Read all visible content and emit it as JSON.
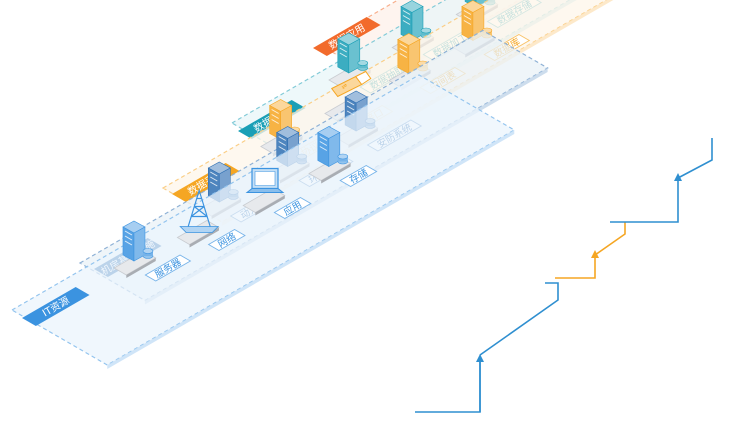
{
  "colors": {
    "app": "#f26b2c",
    "mgmt": "#1a9fb6",
    "collect": "#f5a623",
    "facility": "#2f6fb3",
    "it": "#3b93e0",
    "conn_orange": "#f5a623",
    "conn_blue": "#2f8fd0"
  },
  "layers": [
    {
      "key": "app",
      "title": "数据应用",
      "items": [
        {
          "label": "数据可视化",
          "icon": "laptop-icon"
        },
        {
          "label": "统一告警",
          "icon": "alarm-bell-icon"
        }
      ]
    },
    {
      "key": "mgmt",
      "title": "数据管理",
      "items": [
        {
          "label": "数据抽取",
          "icon": "server-icon"
        },
        {
          "label": "数据加工",
          "icon": "server-icon"
        },
        {
          "label": "数据存储",
          "icon": "server-icon"
        },
        {
          "label": "数据展现",
          "icon": "server-icon"
        }
      ]
    },
    {
      "key": "collect",
      "title": "数据采集",
      "items": [
        {
          "label": "协议",
          "icon": "server-icon"
        },
        {
          "label": "接口",
          "icon": "usb-icon"
        },
        {
          "label": "中间表",
          "icon": "server-icon"
        },
        {
          "label": "数据库",
          "icon": "server-icon"
        }
      ]
    },
    {
      "key": "facility",
      "title": "机房基础设施",
      "items": [
        {
          "label": "动力系统",
          "icon": "server-icon"
        },
        {
          "label": "环境系统",
          "icon": "server-icon"
        },
        {
          "label": "安防系统",
          "icon": "server-icon"
        }
      ]
    },
    {
      "key": "it",
      "title": "IT资源",
      "items": [
        {
          "label": "服务器",
          "icon": "server-icon"
        },
        {
          "label": "网络",
          "icon": "network-tower-icon"
        },
        {
          "label": "应用",
          "icon": "laptop-icon"
        },
        {
          "label": "存储",
          "icon": "server-icon"
        }
      ]
    }
  ]
}
